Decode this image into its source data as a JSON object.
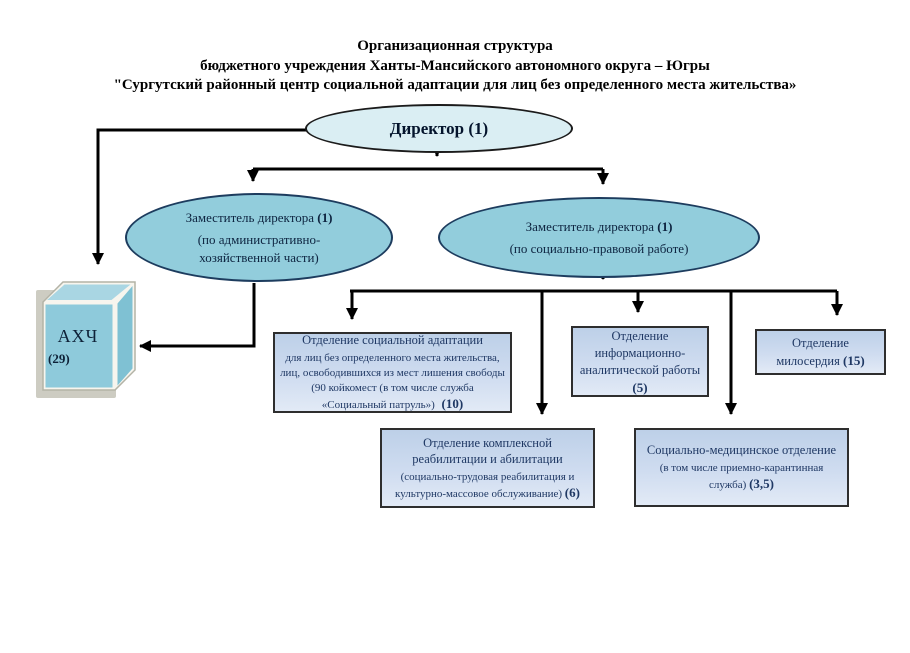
{
  "title": {
    "line1": "Организационная структура",
    "line2": "бюджетного учреждения Ханты-Мансийского автономного округа – Югры",
    "line3": "\"Сургутский районный центр социальной адаптации для лиц без определенного места жительства»"
  },
  "colors": {
    "director_fill": "#daeef3",
    "deputy_fill": "#92cddc",
    "box_fill_top": "#bdd0e8",
    "box_fill_bottom": "#e2eaf6",
    "cube_front": "#8ecadb",
    "cube_top": "#a9d6e3",
    "cube_side": "#7fc1d3",
    "connector": "#000000",
    "box_text": "#1f3864"
  },
  "nodes": {
    "director": {
      "label": "Директор",
      "count": "(1)"
    },
    "deputy_admin": {
      "label": "Заместитель директора",
      "count": "(1)",
      "line2": "(по административно-",
      "line3": "хозяйственной части)"
    },
    "deputy_social": {
      "label": "Заместитель директора",
      "count": "(1)",
      "line2": "(по социально-правовой работе)"
    },
    "ahch": {
      "label": "АХЧ",
      "count": "(29)"
    },
    "dept_adaptation": {
      "line1": "Отделение социальной адаптации",
      "line2": "для лиц без определенного места жительства,",
      "line3": "лиц, освободившихся из мест лишения свободы",
      "line4": "(90 койкомест (в том числе служба",
      "line5": "«Социальный патруль»)",
      "count": "(10)"
    },
    "dept_info": {
      "line1": "Отделение",
      "line2": "информационно-",
      "line3": "аналитической работы",
      "count": "(5)"
    },
    "dept_mercy": {
      "line1": "Отделение",
      "line2": "милосердия",
      "count": "(15)"
    },
    "dept_rehab": {
      "line1": "Отделение комплексной",
      "line2": "реабилитации и абилитации",
      "line3": "(социально-трудовая реабилитация и",
      "line4": "культурно-массовое обслуживание)",
      "count": "(6)"
    },
    "dept_medical": {
      "line1": "Социально-медицинское отделение",
      "line2": "(в том числе приемно-карантинная",
      "line3": "служба)",
      "count": "(3,5)"
    }
  }
}
